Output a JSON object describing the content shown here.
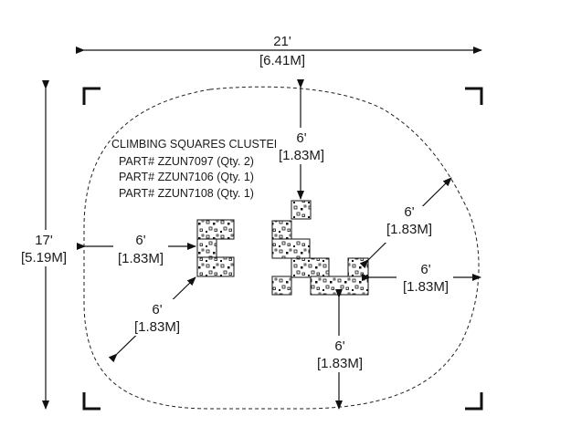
{
  "dimensions": {
    "width": {
      "ft": "21'",
      "m": "[6.41M]"
    },
    "height": {
      "ft": "17'",
      "m": "[5.19M]"
    },
    "top_clearance": {
      "ft": "6'",
      "m": "[1.83M]"
    },
    "left_clearance": {
      "ft": "6'",
      "m": "[1.83M]"
    },
    "lower_left_clearance": {
      "ft": "6'",
      "m": "[1.83M]"
    },
    "upper_right_clearance": {
      "ft": "6'",
      "m": "[1.83M]"
    },
    "right_clearance": {
      "ft": "6'",
      "m": "[1.83M]"
    },
    "bottom_clearance": {
      "ft": "6'",
      "m": "[1.83M]"
    }
  },
  "product_label": {
    "title": "CLIMBING SQUARES CLUSTERS",
    "parts": [
      "PART# ZZUN7097 (Qty. 2)",
      "PART# ZZUN7106 (Qty. 1)",
      "PART# ZZUN7108 (Qty. 1)"
    ]
  }
}
